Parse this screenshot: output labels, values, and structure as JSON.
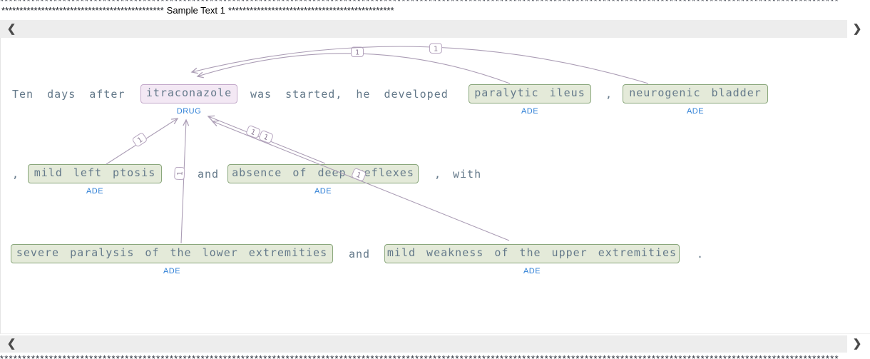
{
  "window": {
    "kind": "annotation-viewer"
  },
  "separator_partial_top": "********************************************************************************************************************************************************************************************",
  "header": {
    "stars_left": "*********************************************",
    "title": "Sample Text 1",
    "stars_right": "**********************************************"
  },
  "nav": {
    "prev_icon": "❮",
    "next_icon": "❯"
  },
  "annotation": {
    "rows": [
      {
        "chunks": [
          {
            "type": "text",
            "text": "Ten days after"
          },
          {
            "type": "entity",
            "kind": "drug",
            "text": "itraconazole",
            "label": "DRUG"
          },
          {
            "type": "text",
            "text": "was started, he developed"
          },
          {
            "type": "entity",
            "kind": "ade",
            "text": "paralytic ileus",
            "label": "ADE"
          },
          {
            "type": "text",
            "text": ","
          },
          {
            "type": "entity",
            "kind": "ade",
            "text": "neurogenic bladder",
            "label": "ADE"
          }
        ]
      },
      {
        "chunks": [
          {
            "type": "text",
            "text": ","
          },
          {
            "type": "entity",
            "kind": "ade",
            "text": "mild left ptosis",
            "label": "ADE"
          },
          {
            "type": "text",
            "text": "and"
          },
          {
            "type": "entity",
            "kind": "ade",
            "text": "absence of deep reflexes",
            "label": "ADE"
          },
          {
            "type": "text",
            "text": ","
          },
          {
            "type": "text",
            "text": "with"
          }
        ]
      },
      {
        "chunks": [
          {
            "type": "entity",
            "kind": "ade",
            "text": "severe paralysis of the lower extremities",
            "label": "ADE"
          },
          {
            "type": "text",
            "text": "and"
          },
          {
            "type": "entity",
            "kind": "ade",
            "text": "mild weakness of the upper extremities",
            "label": "ADE"
          },
          {
            "type": "text",
            "text": "."
          }
        ]
      }
    ],
    "relations": [
      {
        "label": "1",
        "from": "paralytic ileus",
        "to": "itraconazole"
      },
      {
        "label": "1",
        "from": "neurogenic bladder",
        "to": "itraconazole"
      },
      {
        "label": "1",
        "from": "mild left ptosis",
        "to": "itraconazole"
      },
      {
        "label": "1",
        "from": "severe paralysis of the lower extremities",
        "to": "itraconazole"
      },
      {
        "label": "1",
        "from": "absence of deep reflexes",
        "to": "itraconazole"
      },
      {
        "label": "1",
        "from": "mild weakness of the upper extremities",
        "to": "itraconazole"
      }
    ]
  },
  "separator_partial_bottom": "********************************************************************************************************************************************************************************************",
  "colors": {
    "ade_bg": "#e4ead9",
    "ade_border": "#8aa77c",
    "drug_bg": "#f3e8f4",
    "drug_border": "#c3a9ca",
    "entity_label": "#2e7fd6",
    "arc": "#ab9db5",
    "arc_label_text": "#8d7d96",
    "arc_label_border": "#b7a6c0",
    "sentence_text": "#64798a",
    "navbar_bg": "#ededed"
  }
}
